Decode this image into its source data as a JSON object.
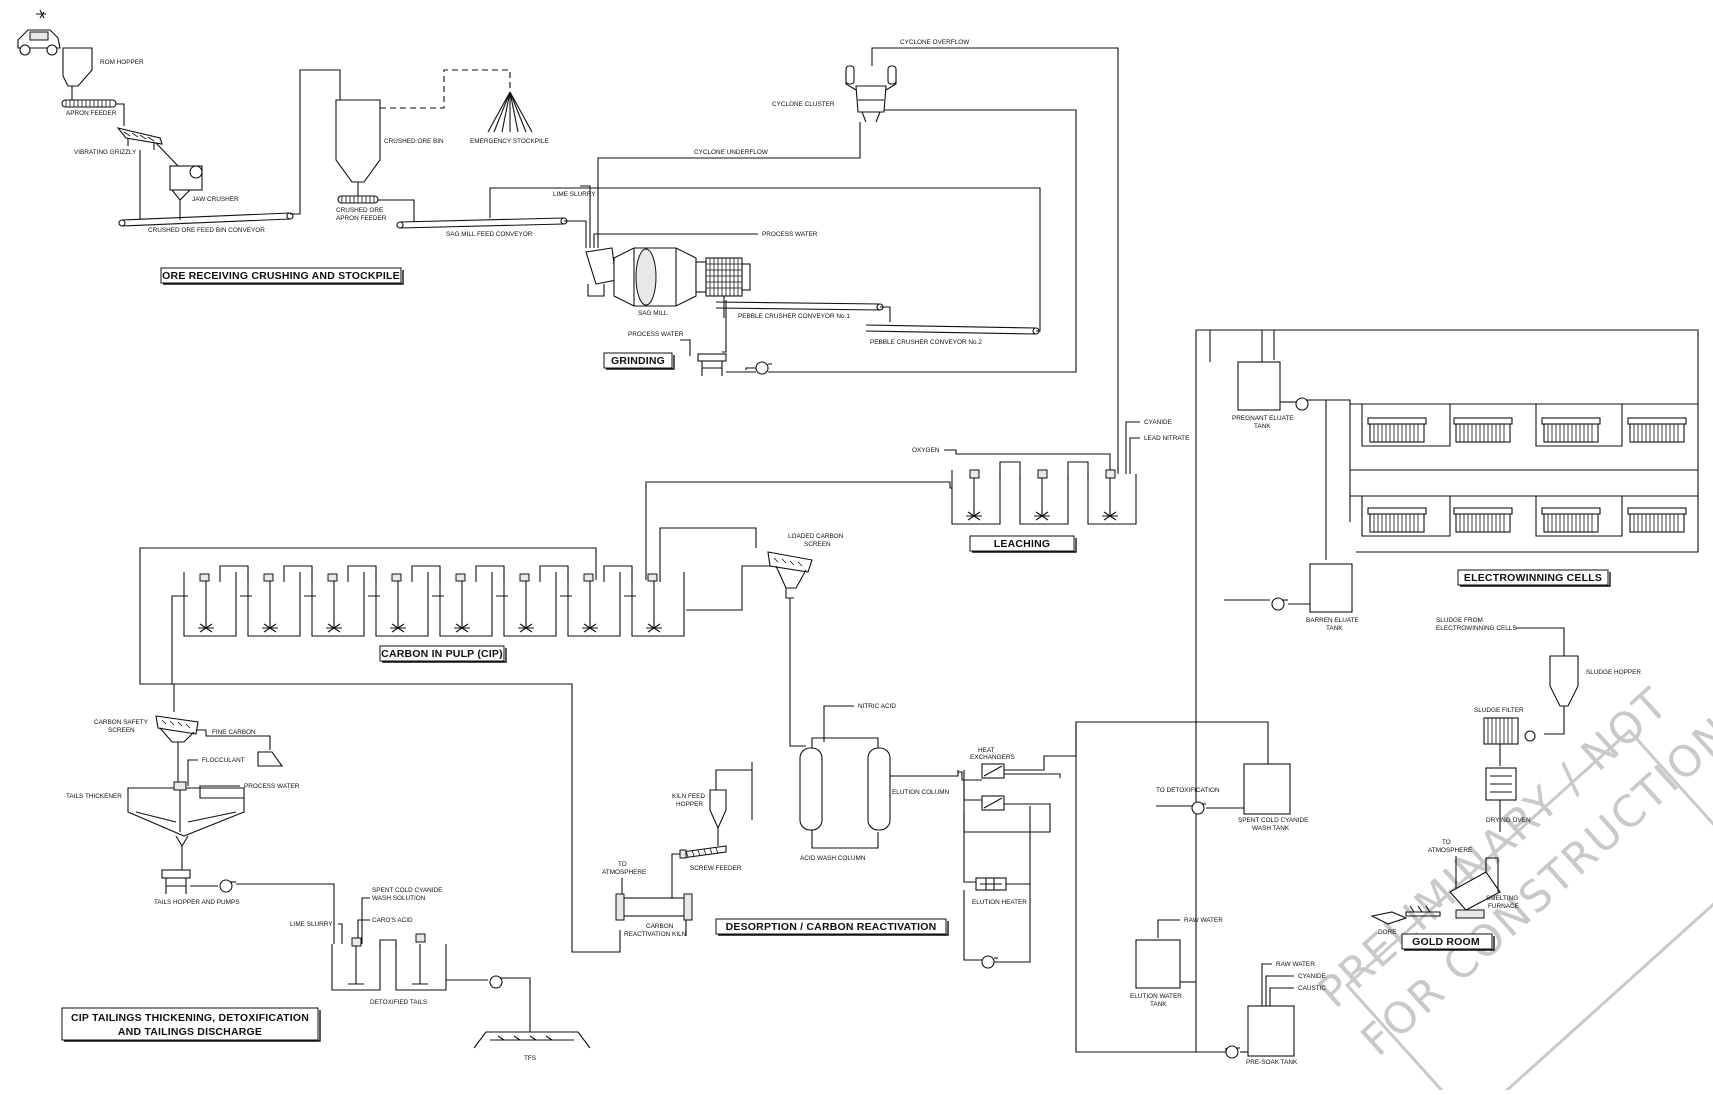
{
  "sections": {
    "ore_receiving": "ORE RECEIVING CRUSHING AND STOCKPILE",
    "grinding": "GRINDING",
    "leaching": "LEACHING",
    "cip": "CARBON IN PULP (CIP)",
    "electrowinning": "ELECTROWINNING CELLS",
    "desorption": "DESORPTION / CARBON REACTIVATION",
    "gold_room": "GOLD ROOM",
    "tailings_line1": "CIP TAILINGS THICKENING, DETOXIFICATION",
    "tailings_line2": "AND TAILINGS DISCHARGE"
  },
  "labels": {
    "rom_hopper": "ROM HOPPER",
    "apron_feeder": "APRON FEEDER",
    "vibrating_grizzly": "VIBRATING GRIZZLY",
    "jaw_crusher": "JAW CRUSHER",
    "crushed_ore_feed_bin_conveyor": "CRUSHED ORE FEED BIN CONVEYOR",
    "crushed_ore_bin": "CRUSHED ORE BIN",
    "emergency_stockpile": "EMERGENCY STOCKPILE",
    "crushed_ore_apron_feeder_1": "CRUSHED ORE",
    "crushed_ore_apron_feeder_2": "APRON FEEDER",
    "sag_mill_feed_conveyor": "SAG MILL FEED CONVEYOR",
    "lime_slurry": "LIME SLURRY",
    "process_water_1": "PROCESS WATER",
    "sag_mill": "SAG MILL",
    "pebble_crusher_conveyor_1": "PEBBLE CRUSHER CONVEYOR No.1",
    "pebble_crusher_conveyor_2": "PEBBLE CRUSHER CONVEYOR No.2",
    "process_water_2": "PROCESS WATER",
    "cyclone_overflow": "CYCLONE OVERFLOW",
    "cyclone_cluster": "CYCLONE CLUSTER",
    "cyclone_underflow": "CYCLONE UNDERFLOW",
    "cyanide_1": "CYANIDE",
    "lead_nitrate": "LEAD NITRATE",
    "oxygen": "OXYGEN",
    "loaded_carbon_screen_1": "LOADED CARBON",
    "loaded_carbon_screen_2": "SCREEN",
    "pregnant_eluate_tank_1": "PREGNANT ELUATE",
    "pregnant_eluate_tank_2": "TANK",
    "barren_eluate_tank_1": "BARREN ELUATE",
    "barren_eluate_tank_2": "TANK",
    "sludge_from_ew_1": "SLUDGE FROM",
    "sludge_from_ew_2": "ELECTROWINNING CELLS",
    "sludge_hopper": "SLUDGE HOPPER",
    "sludge_filter": "SLUDGE FILTER",
    "drying_oven": "DRYING OVEN",
    "to_atmosphere_1": "TO",
    "to_atmosphere_2": "ATMOSPHERE",
    "smelting_furnace_1": "SMELTING",
    "smelting_furnace_2": "FURNACE",
    "dore": "DORE",
    "carbon_safety_screen_1": "CARBON SAFETY",
    "carbon_safety_screen_2": "SCREEN",
    "fine_carbon": "FINE CARBON",
    "flocculant": "FLOCCULANT",
    "tails_thickener": "TAILS THICKENER",
    "process_water_3": "PROCESS WATER",
    "tails_hopper_pumps": "TAILS HOPPER AND PUMPS",
    "spent_cold_cyanide_wash_1": "SPENT COLD CYANIDE",
    "spent_cold_cyanide_wash_2": "WASH SOLUTION",
    "caros_acid": "CARO'S ACID",
    "lime_slurry_2": "LIME SLURRY",
    "detoxified_tails": "DETOXIFIED TAILS",
    "tfs": "TFS",
    "to_atmosphere_kiln_1": "TO",
    "to_atmosphere_kiln_2": "ATMOSPHERE",
    "kiln_feed_hopper_1": "KILN FEED",
    "kiln_feed_hopper_2": "HOPPER",
    "screw_feeder": "SCREW FEEDER",
    "carbon_reactivation_kiln_1": "CARBON",
    "carbon_reactivation_kiln_2": "REACTIVATION KILN",
    "nitric_acid": "NITRIC ACID",
    "acid_wash_column": "ACID WASH COLUMN",
    "elution_column": "ELUTION COLUMN",
    "heat_exchangers_1": "HEAT",
    "heat_exchangers_2": "EXCHANGERS",
    "elution_heater": "ELUTION HEATER",
    "to_detoxification": "TO DETOXIFICATION",
    "spent_cold_cyanide_tank_1": "SPENT COLD CYANIDE",
    "spent_cold_cyanide_tank_2": "WASH TANK",
    "raw_water_1": "RAW WATER",
    "elution_water_tank_1": "ELUTION WATER",
    "elution_water_tank_2": "TANK",
    "raw_water_2": "RAW WATER",
    "cyanide_2": "CYANIDE",
    "caustic": "CAUSTIC",
    "pre_soak_tank": "PRE-SOAK TANK"
  },
  "watermark": {
    "line1": "PRELIMINARY / NOT",
    "line2": "FOR CONSTRUCTION"
  }
}
